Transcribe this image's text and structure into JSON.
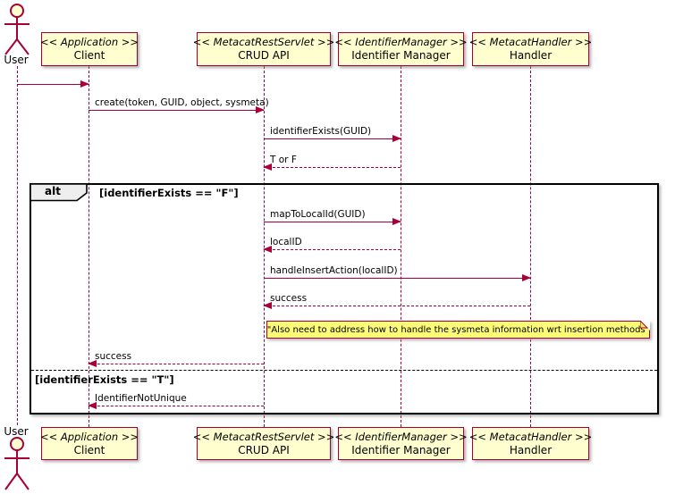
{
  "diagram": {
    "actor": {
      "label": "User"
    },
    "participants": [
      {
        "stereotype": "<< Application >>",
        "name": "Client"
      },
      {
        "stereotype": "<< MetacatRestServlet >>",
        "name": "CRUD API"
      },
      {
        "stereotype": "<< IdentifierManager >>",
        "name": "Identifier Manager"
      },
      {
        "stereotype": "<< MetacatHandler >>",
        "name": "Handler"
      }
    ],
    "messages": {
      "create": "create(token, GUID, object, sysmeta)",
      "identifier_exists": "identifierExists(GUID)",
      "t_or_f": "T or F",
      "map_to_local_id": "mapToLocalId(GUID)",
      "local_id": "localID",
      "handle_insert": "handleInsertAction(localID)",
      "success_handler": "success",
      "success_client": "success",
      "identifier_not_unique": "IdentifierNotUnique"
    },
    "alt": {
      "operator": "alt",
      "guard_f": "[identifierExists == \"F\"]",
      "guard_t": "[identifierExists == \"T\"]"
    },
    "note": "\"Also need to address how to handle the sysmeta information wrt insertion methods\"",
    "colors": {
      "participant_fill": "#FEFECE",
      "border": "#A80036",
      "note_fill": "#FBFB77",
      "operator_fill": "#EEEEEE",
      "frame_border": "#000000"
    }
  }
}
